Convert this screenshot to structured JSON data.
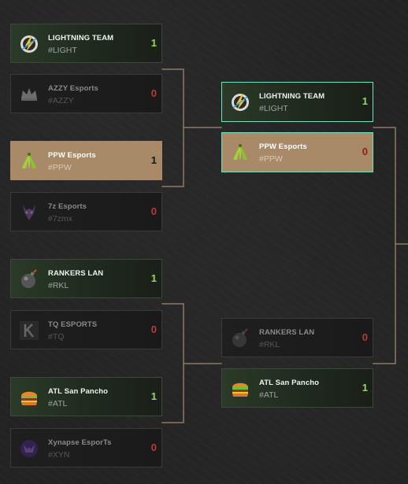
{
  "colors": {
    "background": "#232323",
    "connector": "#8a7a66",
    "win_score": "#9ad36a",
    "lose_score": "#b43b3b",
    "highlight_card": "#a88a69",
    "selected_border": "#6fe3c4"
  },
  "round1": [
    {
      "name": "LIGHTNING TEAM",
      "tag": "#LIGHT",
      "score": "1",
      "state": "win",
      "logo": "lightning-logo-icon"
    },
    {
      "name": "AZZY Esports",
      "tag": "#AZZY",
      "score": "0",
      "state": "lose",
      "logo": "crown-logo-icon"
    },
    {
      "name": "PPW Esports",
      "tag": "#PPW",
      "score": "1",
      "state": "highlight",
      "logo": "banana-logo-icon"
    },
    {
      "name": "7z Esports",
      "tag": "#7zmx",
      "score": "0",
      "state": "lose",
      "logo": "demon-logo-icon"
    },
    {
      "name": "RANKERS LAN",
      "tag": "#RKL",
      "score": "1",
      "state": "win",
      "logo": "bomb-logo-icon"
    },
    {
      "name": "TQ ESPORTS",
      "tag": "#TQ",
      "score": "0",
      "state": "lose",
      "logo": "k-logo-icon"
    },
    {
      "name": "ATL San Pancho",
      "tag": "#ATL",
      "score": "1",
      "state": "win",
      "logo": "burger-logo-icon"
    },
    {
      "name": "Xynapse EsporTs",
      "tag": "#XYN",
      "score": "0",
      "state": "lose",
      "logo": "xynapse-logo-icon"
    }
  ],
  "round2": [
    {
      "name": "LIGHTNING TEAM",
      "tag": "#LIGHT",
      "score": "1",
      "state": "win",
      "logo": "lightning-logo-icon"
    },
    {
      "name": "PPW Esports",
      "tag": "#PPW",
      "score": "0",
      "state": "highlight",
      "logo": "banana-logo-icon"
    },
    {
      "name": "RANKERS LAN",
      "tag": "#RKL",
      "score": "0",
      "state": "lose",
      "logo": "bomb-logo-icon"
    },
    {
      "name": "ATL San Pancho",
      "tag": "#ATL",
      "score": "1",
      "state": "win",
      "logo": "burger-logo-icon"
    }
  ]
}
